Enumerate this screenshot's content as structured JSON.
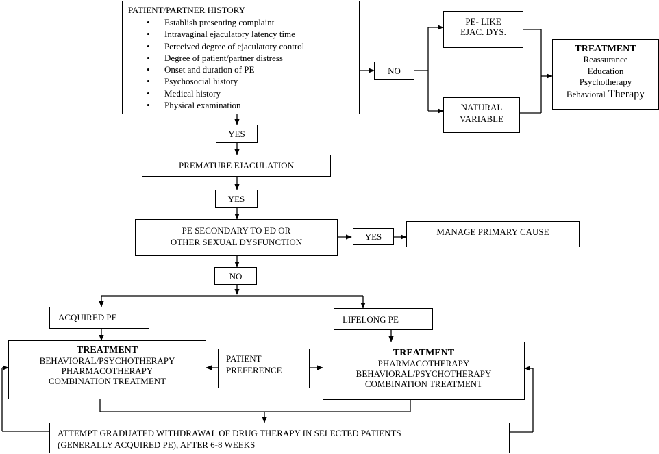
{
  "history": {
    "title": "PATIENT/PARTNER HISTORY",
    "items": [
      "Establish presenting complaint",
      "Intravaginal ejaculatory latency time",
      "Perceived degree of ejaculatory control",
      "Degree of patient/partner distress",
      "Onset and duration of PE",
      "Psychosocial history",
      "Medical history",
      "Physical examination"
    ]
  },
  "labels": {
    "no_top": "NO",
    "yes1": "YES",
    "yes2": "YES",
    "yes3": "YES",
    "no_mid": "NO"
  },
  "pe_like": {
    "line1": "PE- LIKE",
    "line2": "EJAC. DYS."
  },
  "natural_variable": {
    "line1": "NATURAL",
    "line2": "VARIABLE"
  },
  "treatment_top": {
    "title": "TREATMENT",
    "lines": [
      "Reassurance",
      "Education",
      "Psychotherapy",
      "Behavioral"
    ],
    "last_word": "Therapy"
  },
  "premature_ejaculation": "PREMATURE EJACULATION",
  "pe_secondary": {
    "line1": "PE SECONDARY TO ED OR",
    "line2": "OTHER SEXUAL DYSFUNCTION"
  },
  "manage_primary": "MANAGE PRIMARY CAUSE",
  "acquired_pe": "ACQUIRED PE",
  "lifelong_pe": "LIFELONG PE",
  "treatment_left": {
    "title": "TREATMENT",
    "lines": [
      "BEHAVIORAL/PSYCHOTHERAPY",
      "PHARMACOTHERAPY",
      "COMBINATION TREATMENT"
    ]
  },
  "patient_preference": {
    "line1": "PATIENT",
    "line2": "PREFERENCE"
  },
  "treatment_right": {
    "title": "TREATMENT",
    "lines": [
      "PHARMACOTHERAPY",
      "BEHAVIORAL/PSYCHOTHERAPY",
      "COMBINATION TREATMENT"
    ]
  },
  "withdrawal": {
    "line1": "ATTEMPT GRADUATED WITHDRAWAL OF DRUG THERAPY IN SELECTED PATIENTS",
    "line2": "(GENERALLY ACQUIRED PE), AFTER 6-8 WEEKS"
  }
}
